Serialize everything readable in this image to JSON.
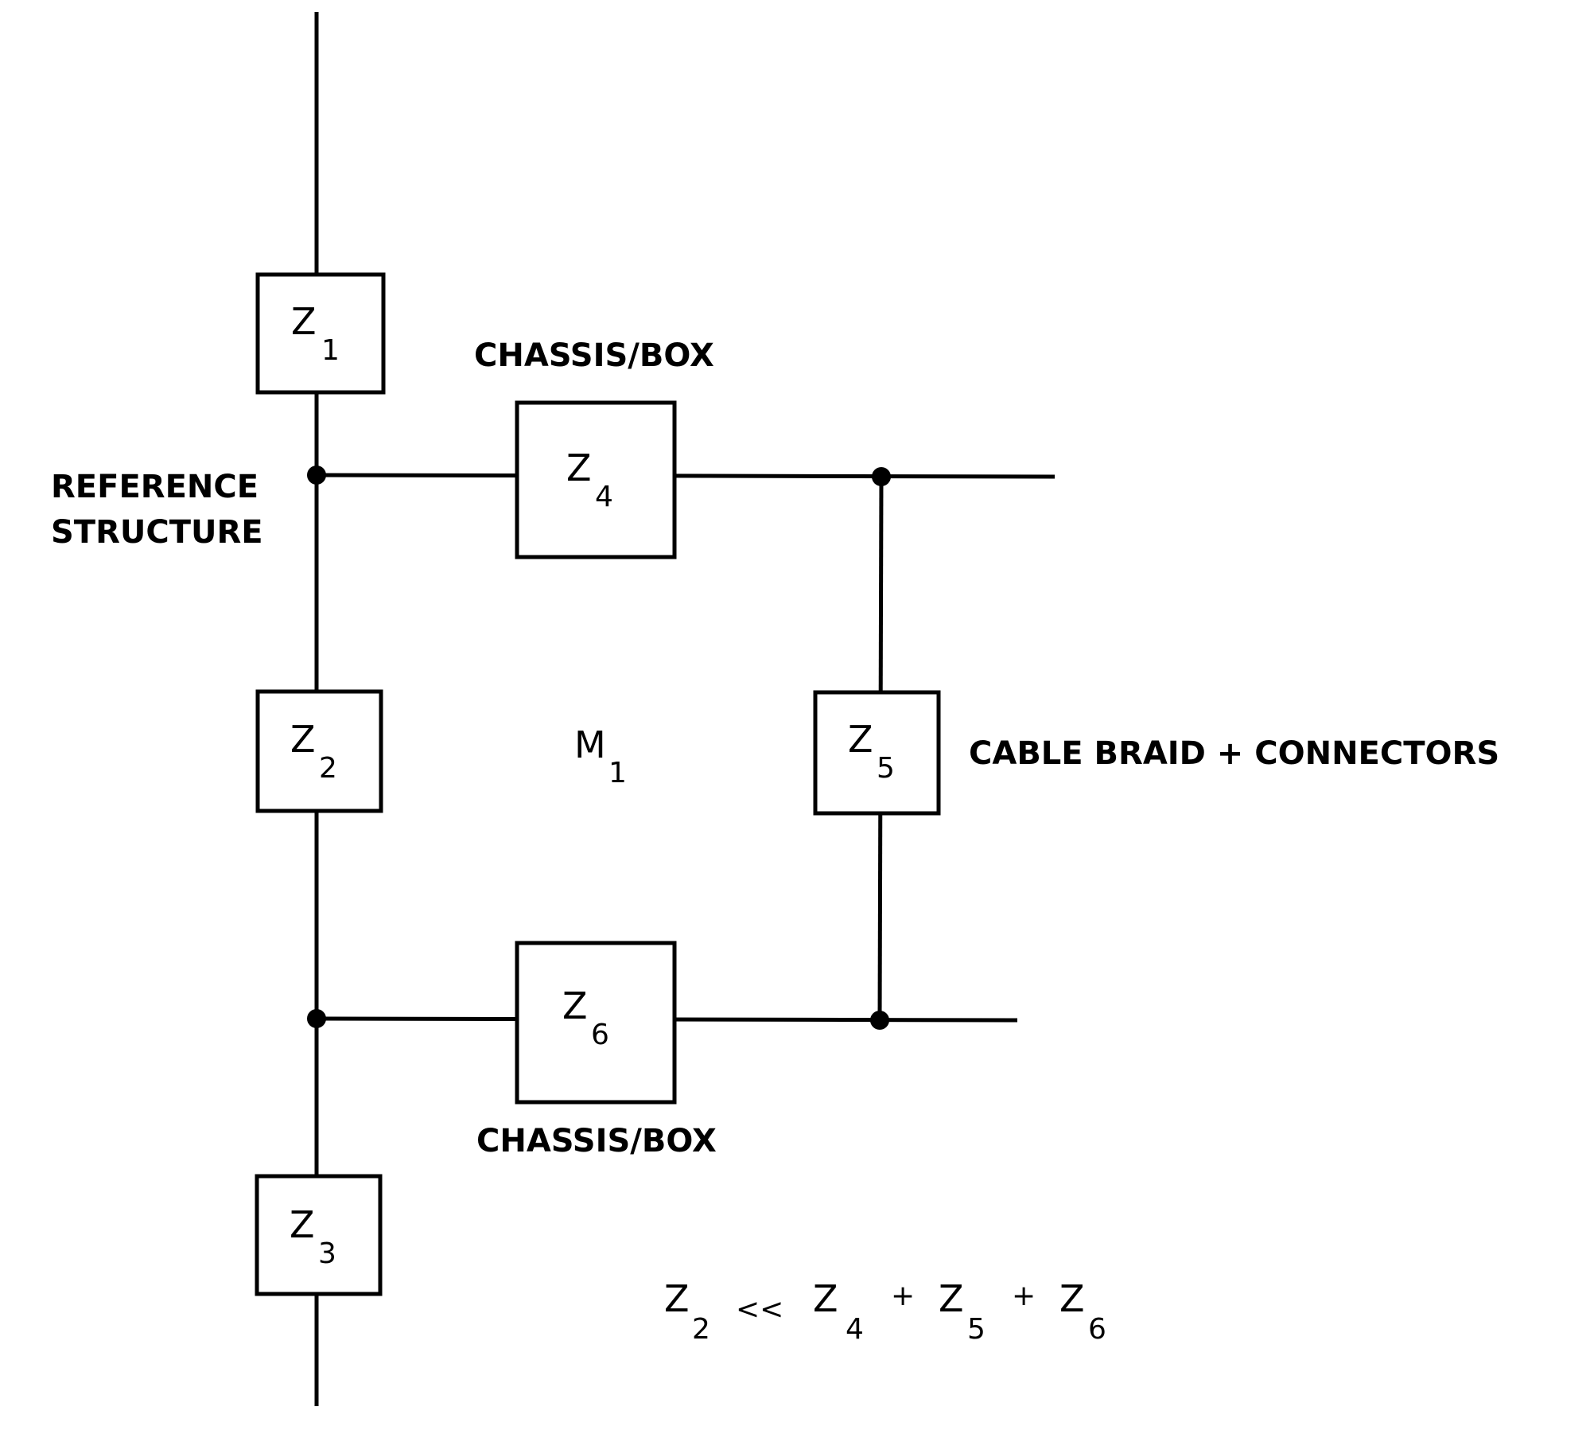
{
  "diagram": {
    "boxes": [
      {
        "id": "z1",
        "symbol": "Z",
        "subscript": "1"
      },
      {
        "id": "z2",
        "symbol": "Z",
        "subscript": "2"
      },
      {
        "id": "z3",
        "symbol": "Z",
        "subscript": "3"
      },
      {
        "id": "z4",
        "symbol": "Z",
        "subscript": "4"
      },
      {
        "id": "z5",
        "symbol": "Z",
        "subscript": "5"
      },
      {
        "id": "z6",
        "symbol": "Z",
        "subscript": "6"
      }
    ],
    "loop_label": {
      "symbol": "M",
      "subscript": "1"
    },
    "labels": {
      "reference_line1": "REFERENCE",
      "reference_line2": "STRUCTURE",
      "chassis_top": "CHASSIS/BOX",
      "chassis_bottom": "CHASSIS/BOX",
      "cable": "CABLE BRAID + CONNECTORS"
    },
    "equation": {
      "lhs_symbol": "Z",
      "lhs_sub": "2",
      "relation": "<<",
      "terms": [
        {
          "symbol": "Z",
          "sub": "4"
        },
        {
          "symbol": "Z",
          "sub": "5"
        },
        {
          "symbol": "Z",
          "sub": "6"
        }
      ],
      "plus": "+"
    }
  }
}
